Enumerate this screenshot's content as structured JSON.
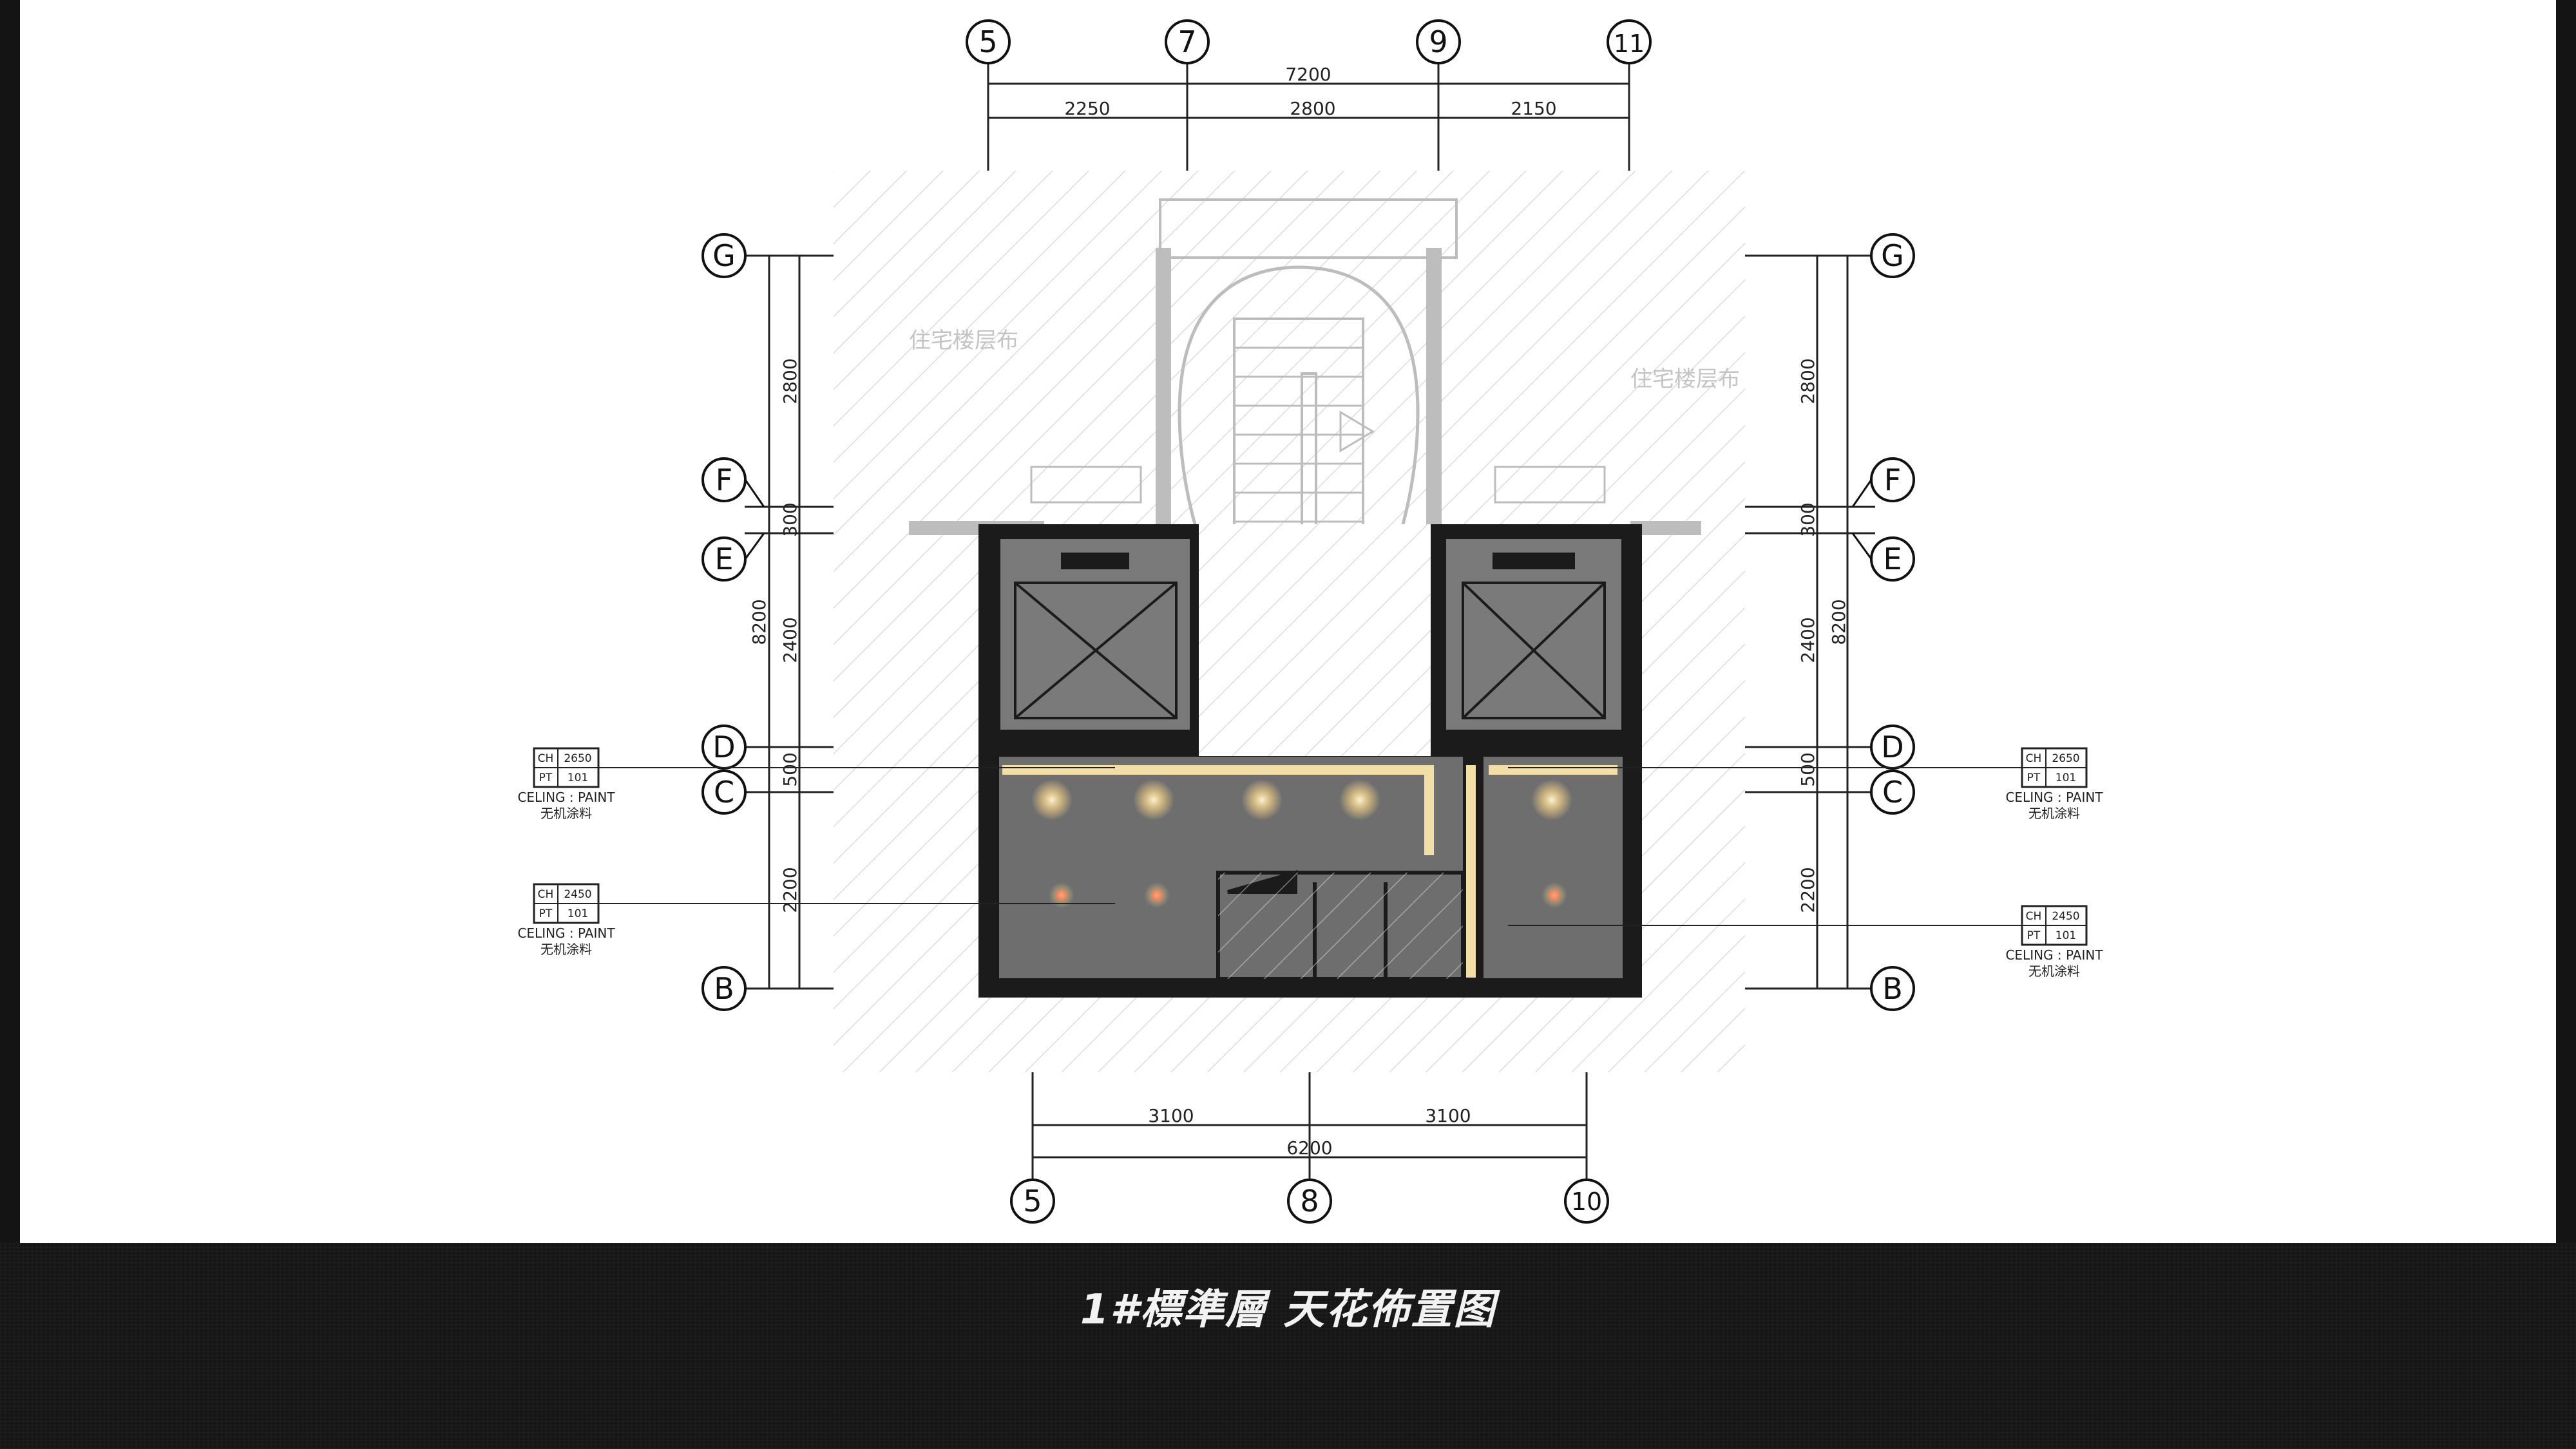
{
  "title": "1#標準層 天花佈置图",
  "top_axes": [
    "5",
    "7",
    "9",
    "11"
  ],
  "top_dims": {
    "overall": "7200",
    "spans": [
      "2250",
      "2800",
      "2150"
    ]
  },
  "bottom_axes": [
    "5",
    "8",
    "10"
  ],
  "bottom_dims": {
    "overall": "6200",
    "spans": [
      "3100",
      "3100"
    ]
  },
  "side_axes": [
    "G",
    "F",
    "E",
    "D",
    "C",
    "B"
  ],
  "side_dims": {
    "overall": "8200",
    "spans": [
      "2800",
      "300",
      "2400",
      "500",
      "2200"
    ]
  },
  "neighbor_note": "住宅楼层布",
  "ceiling_tags": [
    {
      "ch_label": "CH",
      "ch": "2650",
      "pt_label": "PT",
      "pt": "101",
      "note_en": "CELING : PAINT",
      "note_cn": "无机涂料"
    },
    {
      "ch_label": "CH",
      "ch": "2450",
      "pt_label": "PT",
      "pt": "101",
      "note_en": "CELING : PAINT",
      "note_cn": "无机涂料"
    },
    {
      "ch_label": "CH",
      "ch": "2650",
      "pt_label": "PT",
      "pt": "101",
      "note_en": "CELING : PAINT",
      "note_cn": "无机涂料"
    },
    {
      "ch_label": "CH",
      "ch": "2450",
      "pt_label": "PT",
      "pt": "101",
      "note_en": "CELING : PAINT",
      "note_cn": "无机涂料"
    }
  ],
  "colors": {
    "wall": "#1b1b1b",
    "ceiling": "#6e6e6e",
    "light_strip": "#f3dfa6",
    "downlight": "#f5d79a",
    "sprinkler": "#e0402a",
    "existing": "#bdbdbd"
  }
}
